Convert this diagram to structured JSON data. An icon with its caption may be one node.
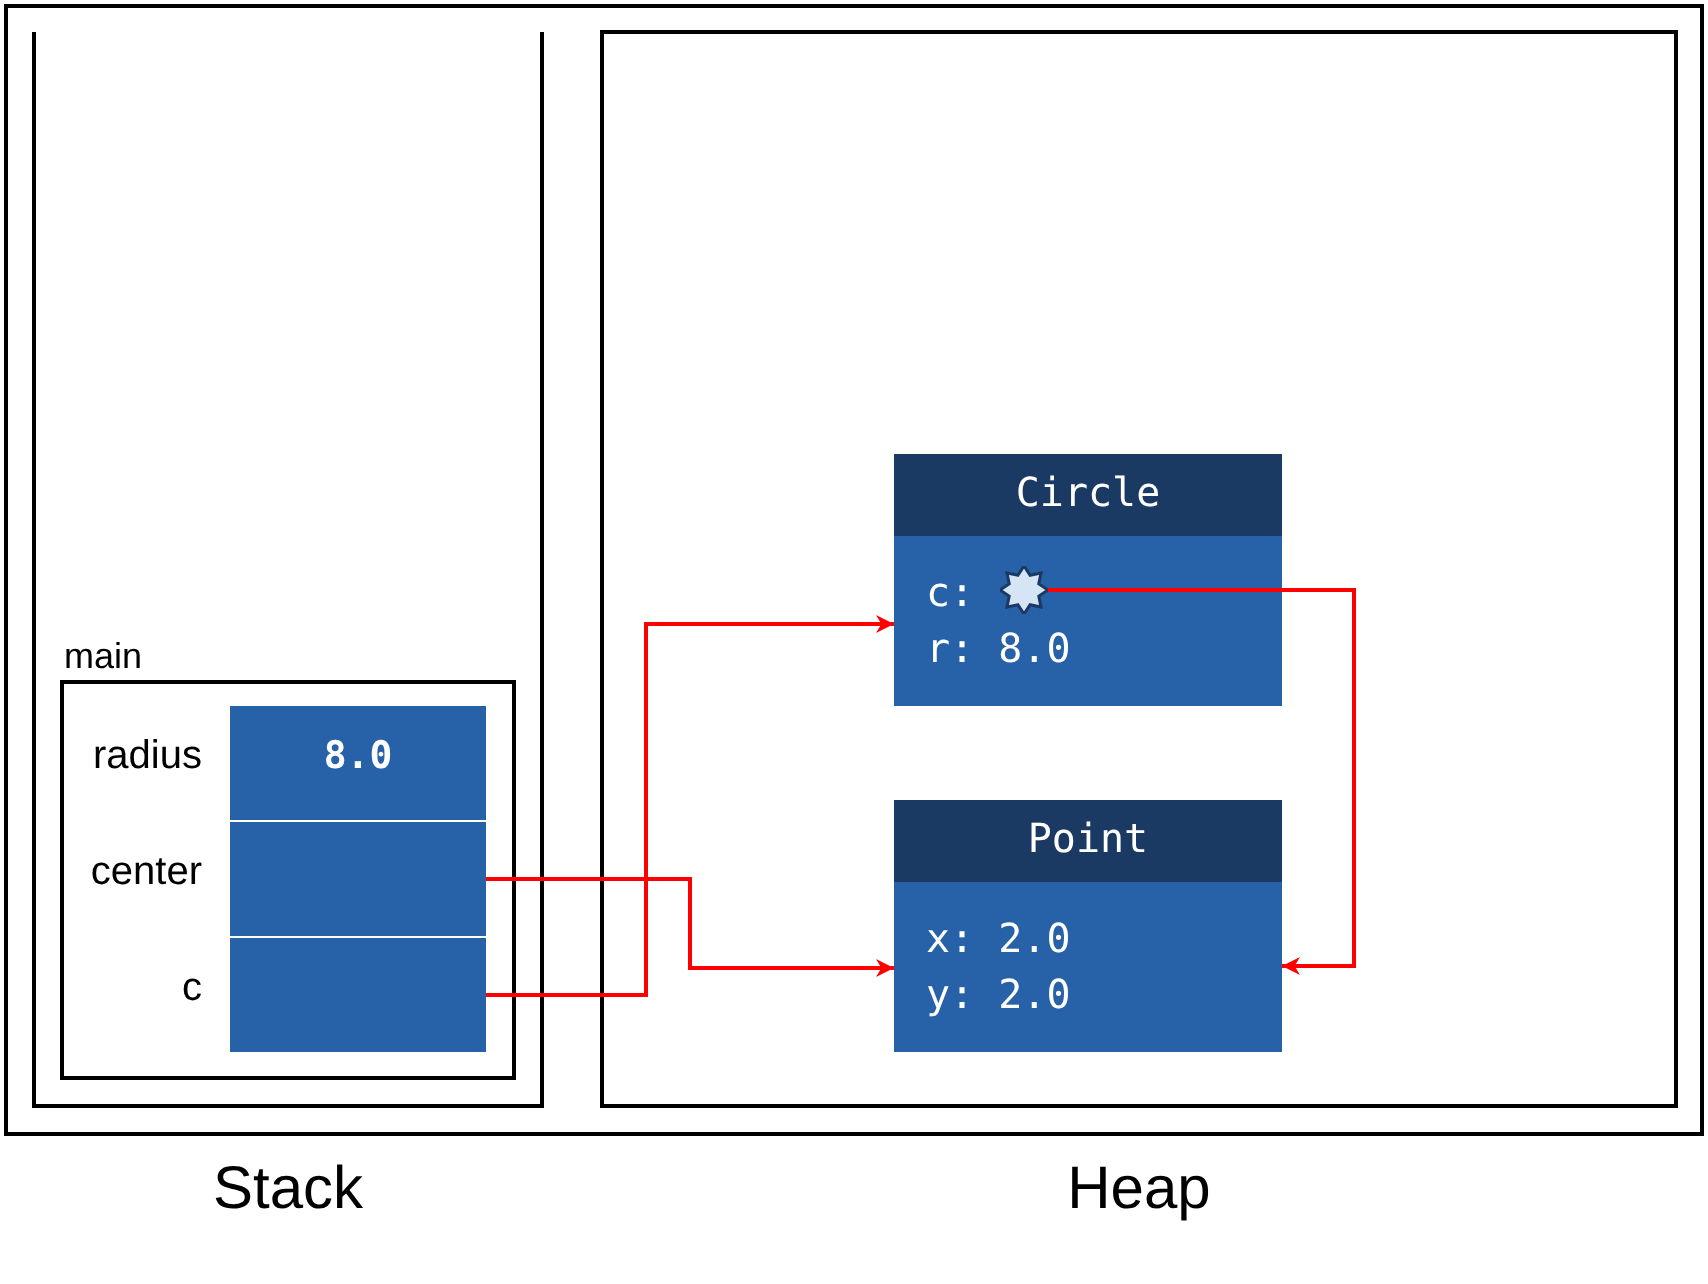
{
  "diagram": {
    "nodes": [
      {
        "text": [
          "Stack"
        ]
      },
      {
        "text": [
          "main"
        ],
        "in": 0
      },
      {
        "text": [
          "8.0"
        ],
        "beside": [
          "radius"
        ],
        "in": 1
      },
      {
        "text": [],
        "shape": "box",
        "beside": [
          "center"
        ],
        "in": 1
      },
      {
        "text": [],
        "shape": "box",
        "beside": [
          "c"
        ],
        "in": 1
      },
      {
        "text": [
          "Heap"
        ]
      },
      {
        "text": [
          "Circle",
          "c:",
          "r: 8.0"
        ],
        "in": 5
      },
      {
        "text": [],
        "shape": "star",
        "in": 6
      },
      {
        "text": [
          "Point",
          "x: 2.0",
          "y: 2.0"
        ],
        "in": 5
      }
    ],
    "edges": [
      {
        "from": 3,
        "to": 8,
        "arrow": "to"
      },
      {
        "from": 4,
        "to": 6,
        "arrow": "to"
      },
      {
        "from": 7,
        "to": 8,
        "arrow": "to"
      }
    ]
  }
}
